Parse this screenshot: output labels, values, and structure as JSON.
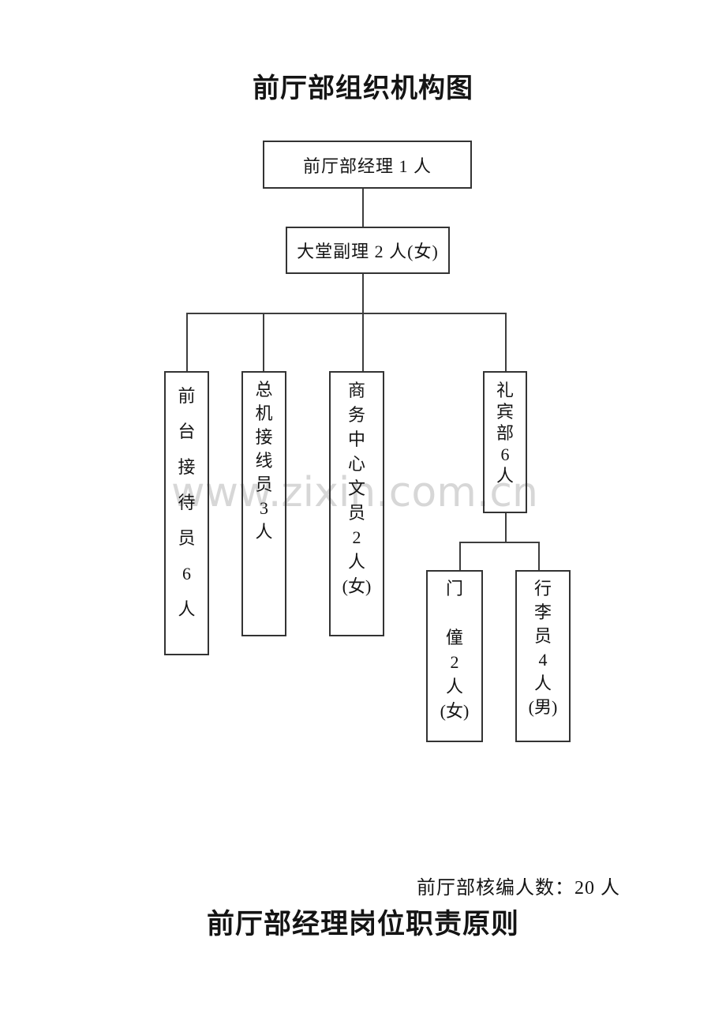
{
  "document": {
    "title": "前厅部组织机构图",
    "watermark": "www.zixin.com.cn",
    "headcount_note": "前厅部核编人数：20 人",
    "next_section_title": "前厅部经理岗位职责原则"
  },
  "org_chart": {
    "manager": {
      "label": "前厅部经理 1 人"
    },
    "assistant_manager": {
      "label": "大堂副理 2 人(女)"
    },
    "departments": [
      {
        "name": "front-desk-receptionist",
        "lines": [
          "前",
          "台",
          "接",
          "待",
          "员",
          "6",
          "人"
        ]
      },
      {
        "name": "switchboard-operator",
        "lines": [
          "总",
          "机",
          "接",
          "线",
          "员",
          "3",
          "人"
        ]
      },
      {
        "name": "business-center-clerk",
        "lines": [
          "商",
          "务",
          "中",
          "心",
          "文",
          "员",
          "2",
          "人",
          "(女)"
        ]
      },
      {
        "name": "concierge-dept",
        "lines": [
          "礼",
          "宾",
          "部",
          "6",
          "人"
        ]
      }
    ],
    "concierge_children": [
      {
        "name": "doorman",
        "lines": [
          "门",
          "",
          "僮",
          "2",
          "人",
          "(女)"
        ]
      },
      {
        "name": "bellboy",
        "lines": [
          "行",
          "李",
          "员",
          "4",
          "人",
          "(男)"
        ]
      }
    ]
  }
}
